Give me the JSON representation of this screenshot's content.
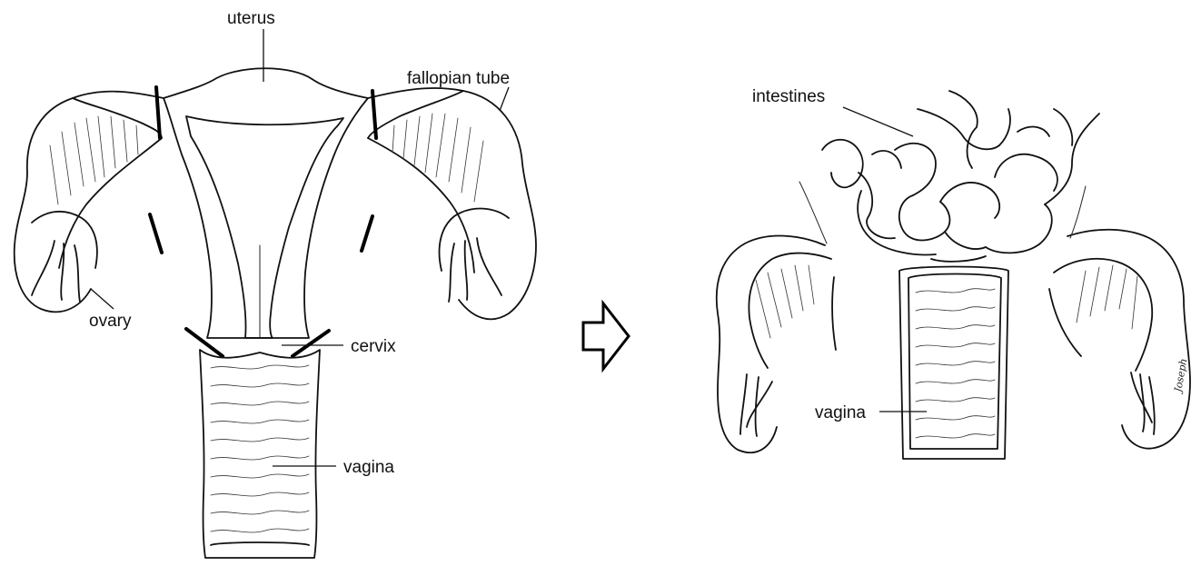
{
  "left_diagram": {
    "labels": {
      "uterus": "uterus",
      "fallopian_tube": "fallopian tube",
      "ovary": "ovary",
      "cervix": "cervix",
      "vagina": "vagina"
    }
  },
  "right_diagram": {
    "labels": {
      "intestines": "intestines",
      "vagina": "vagina"
    }
  },
  "artist_signature": "Joseph"
}
